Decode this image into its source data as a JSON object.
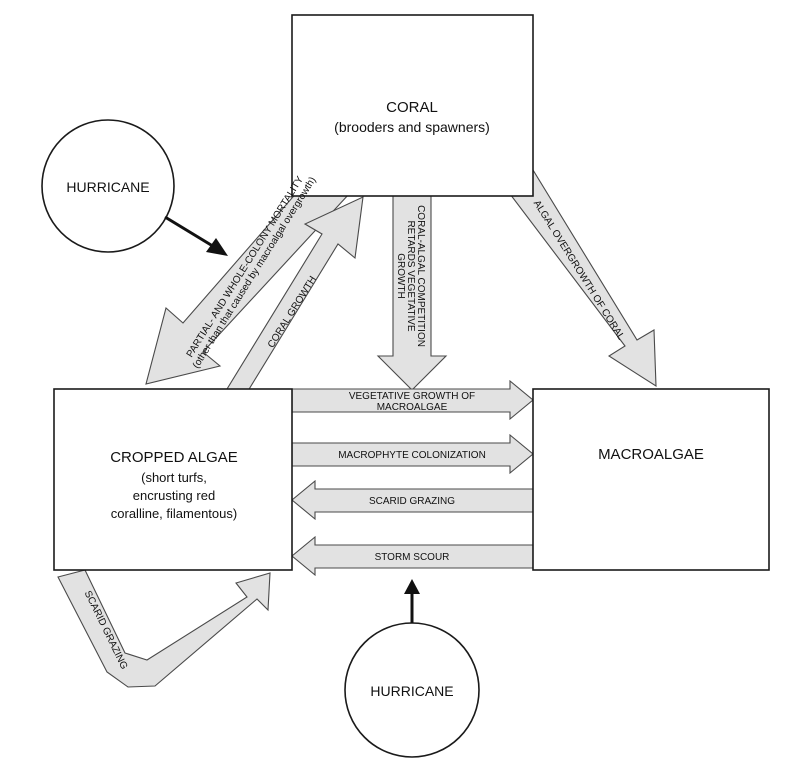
{
  "nodes": {
    "coral": {
      "title": "CORAL",
      "subtitle": "(brooders and spawners)"
    },
    "cropped_algae": {
      "title": "CROPPED ALGAE",
      "line2": "(short turfs,",
      "line3": "encrusting red",
      "line4": "coralline, filamentous)"
    },
    "macroalgae": {
      "title": "MACROALGAE"
    },
    "hurricane_top": {
      "title": "HURRICANE"
    },
    "hurricane_bottom": {
      "title": "HURRICANE"
    }
  },
  "arrows": {
    "mortality": {
      "line1": "PARTIAL- AND WHOLE-COLONY MORTALITY",
      "line2": "(other than that caused by macroalgal overgrowth)"
    },
    "coral_growth": {
      "label": "CORAL GROWTH"
    },
    "competition": {
      "line1": "CORAL-ALGAL COMPETITION",
      "line2": "RETARDS VEGETATIVE",
      "line3": "GROWTH"
    },
    "algal_overgrowth": {
      "label": "ALGAL OVERGROWTH OF CORAL"
    },
    "vegetative_growth": {
      "line1": "VEGETATIVE GROWTH OF",
      "line2": "MACROALGAE"
    },
    "macrophyte_colonization": {
      "label": "MACROPHYTE COLONIZATION"
    },
    "scarid_grazing_horizontal": {
      "label": "SCARID GRAZING"
    },
    "storm_scour": {
      "label": "STORM SCOUR"
    },
    "scarid_grazing_loop": {
      "label": "SCARID GRAZING"
    }
  }
}
